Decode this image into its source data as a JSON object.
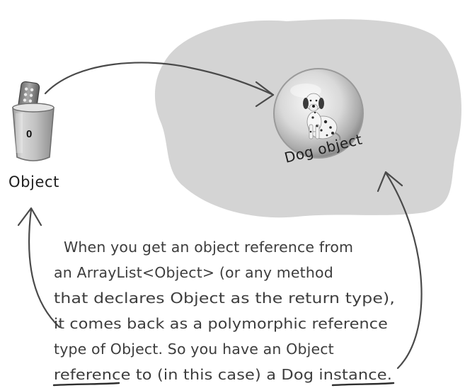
{
  "reference_variable": {
    "value": "0",
    "type_label": "Object"
  },
  "heap_object": {
    "label": "Dog object"
  },
  "annotation": {
    "lines": [
      "When you get an object reference from",
      "an ArrayList<Object> (or any method",
      "that declares Object as the return type),",
      "it comes back as a polymorphic reference",
      "type of Object. So you have an Object",
      "reference to (in this case) a Dog instance."
    ]
  },
  "colors": {
    "heap_fill": "#d4d4d4",
    "cup_body": "#c7c7c7",
    "ink": "#3d3d3d",
    "sphere_edge": "#9a9a9a"
  },
  "icons": {
    "remote": "tv-remote-icon",
    "cup": "reference-cup-icon",
    "dog": "dalmatian-dog-icon"
  }
}
